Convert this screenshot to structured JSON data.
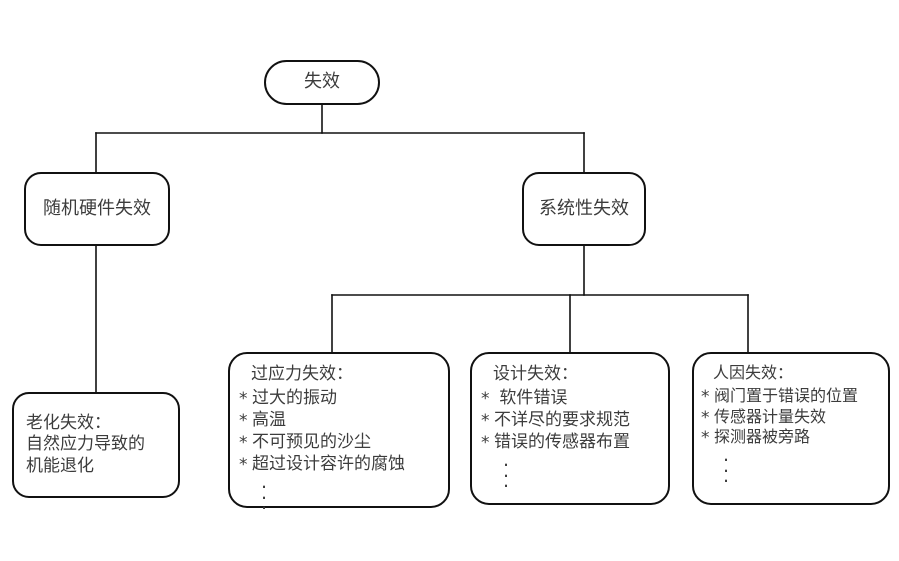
{
  "diagram": {
    "type": "fault-tree",
    "background_color": "#ffffff",
    "line_color": "#111111",
    "text_color": "#3c3c3c",
    "ellipsis_glyph": "⋮",
    "bullet_glyph": "*"
  },
  "nodes": {
    "root": {
      "id": "root",
      "label": "失效"
    },
    "random_hardware": {
      "id": "random-hardware-failure",
      "label": "随机硬件失效"
    },
    "systematic": {
      "id": "systematic-failure",
      "label": "系统性失效"
    },
    "aging": {
      "id": "aging-failure",
      "lines": [
        "老化失效：",
        "自然应力导致的",
        "机能退化"
      ]
    },
    "overstress": {
      "id": "overstress-failure",
      "title": "过应力失效：",
      "items": [
        "过大的振动",
        "高温",
        "不可预见的沙尘",
        "超过设计容许的腐蚀"
      ],
      "has_ellipsis": true
    },
    "design": {
      "id": "design-failure",
      "title": "设计失效：",
      "items": [
        " 软件错误",
        "不详尽的要求规范",
        "错误的传感器布置"
      ],
      "has_ellipsis": true
    },
    "human": {
      "id": "human-factor-failure",
      "title": "人因失效：",
      "items": [
        "阀门置于错误的位置",
        "传感器计量失效",
        "探测器被旁路"
      ],
      "has_ellipsis": true
    }
  },
  "edges": [
    {
      "from": "root",
      "to": "random_hardware"
    },
    {
      "from": "root",
      "to": "systematic"
    },
    {
      "from": "random_hardware",
      "to": "aging"
    },
    {
      "from": "systematic",
      "to": "overstress"
    },
    {
      "from": "systematic",
      "to": "design"
    },
    {
      "from": "systematic",
      "to": "human"
    }
  ]
}
